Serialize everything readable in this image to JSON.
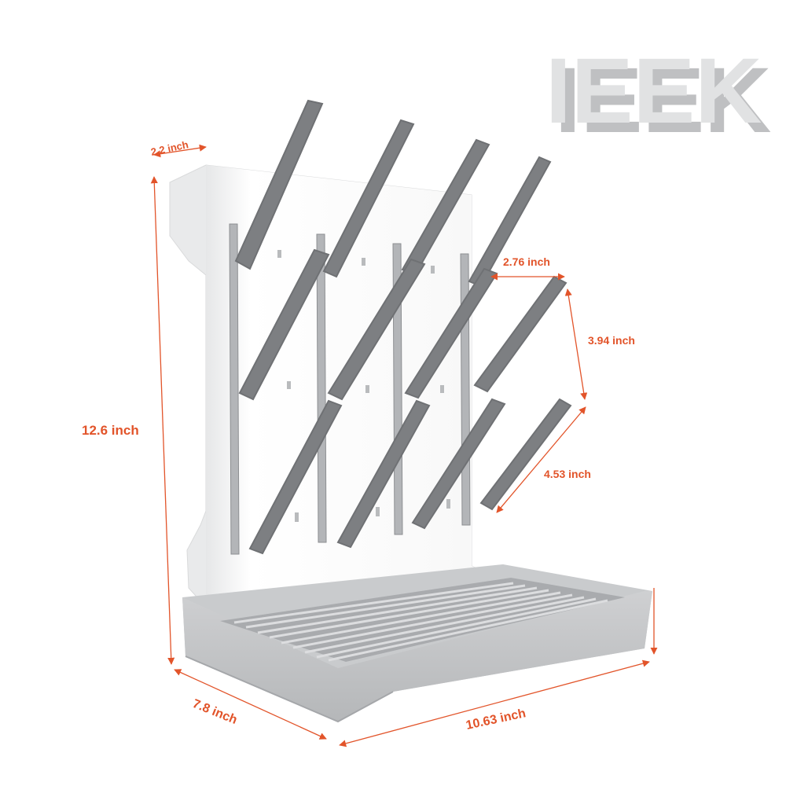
{
  "brand": {
    "logo_text": "IEEK"
  },
  "dimensions": {
    "top_depth": "2.2 inch",
    "overall_height": "12.6 inch",
    "peg_spacing": "2.76 inch",
    "peg_vertical_spacing": "3.94 inch",
    "peg_length": "4.53 inch",
    "base_depth": "7.8 inch",
    "base_width": "10.63 inch"
  },
  "colors": {
    "dimension_text": "#e2542a",
    "dimension_line": "#e2542a",
    "peg": "#7b7d80",
    "panel": "#ffffff",
    "tray": "#c3c5c7",
    "logo": "#d5d6d7"
  }
}
